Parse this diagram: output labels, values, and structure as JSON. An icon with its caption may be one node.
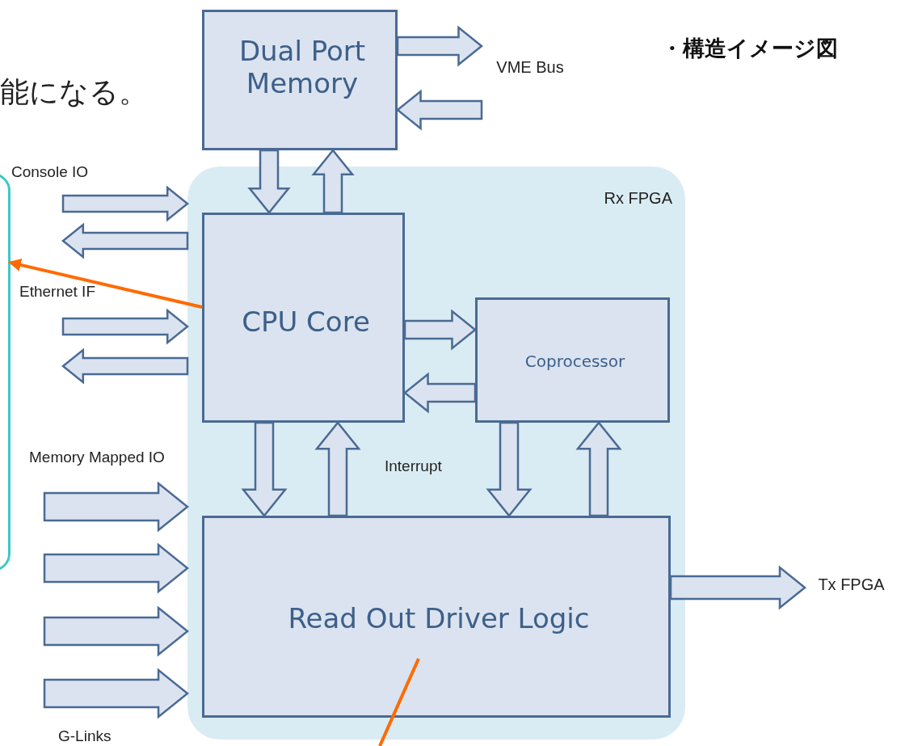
{
  "diagram": {
    "title": "・構造イメージ図",
    "nodes": [
      {
        "text": [
          "Dual Port Memory"
        ]
      },
      {
        "text": [
          "Rx FPGA"
        ]
      },
      {
        "text": [
          "CPU Core"
        ],
        "in": 1
      },
      {
        "text": [
          "Coprocessor"
        ],
        "in": 1
      },
      {
        "text": [
          "Read Out Driver Logic"
        ],
        "in": 1
      },
      {
        "text": [
          "VME Bus"
        ]
      },
      {
        "text": [],
        "shape": "box"
      },
      {
        "text": [
          "Tx FPGA"
        ]
      }
    ],
    "edges": [
      {
        "from": 0,
        "to": 5,
        "arrow": "to"
      },
      {
        "from": 5,
        "to": 0,
        "arrow": "to"
      },
      {
        "from": 0,
        "to": 2,
        "arrow": "to"
      },
      {
        "from": 2,
        "to": 0,
        "arrow": "to"
      },
      {
        "from": null,
        "to": 1,
        "arrow": "to"
      },
      {
        "from": 1,
        "to": null,
        "arrow": "to"
      },
      {
        "from": 2,
        "to": 6,
        "arrow": "to",
        "color": "#ff6a00"
      },
      {
        "from": null,
        "to": 1,
        "arrow": "to"
      },
      {
        "from": 1,
        "to": null,
        "arrow": "to"
      },
      {
        "from": 2,
        "to": 3,
        "arrow": "to"
      },
      {
        "from": 3,
        "to": 2,
        "arrow": "to"
      },
      {
        "from": 2,
        "to": 4,
        "arrow": "to"
      },
      {
        "from": 4,
        "to": 2,
        "arrow": "to"
      },
      {
        "from": 3,
        "to": 4,
        "arrow": "to"
      },
      {
        "from": 4,
        "to": 3,
        "arrow": "to"
      },
      {
        "from": null,
        "to": 1,
        "arrow": "to"
      },
      {
        "from": null,
        "to": 1,
        "arrow": "to"
      },
      {
        "from": null,
        "to": 1,
        "arrow": "to"
      },
      {
        "from": null,
        "to": 1,
        "arrow": "to"
      },
      {
        "from": 4,
        "to": 7,
        "arrow": "to"
      },
      {
        "from": 4,
        "to": null,
        "arrow": "none",
        "color": "#ff6a00"
      }
    ],
    "labels": [
      "能になる。",
      "Console IO",
      "Ethernet IF",
      "Memory Mapped IO",
      "Interrupt",
      "G-Links"
    ]
  }
}
